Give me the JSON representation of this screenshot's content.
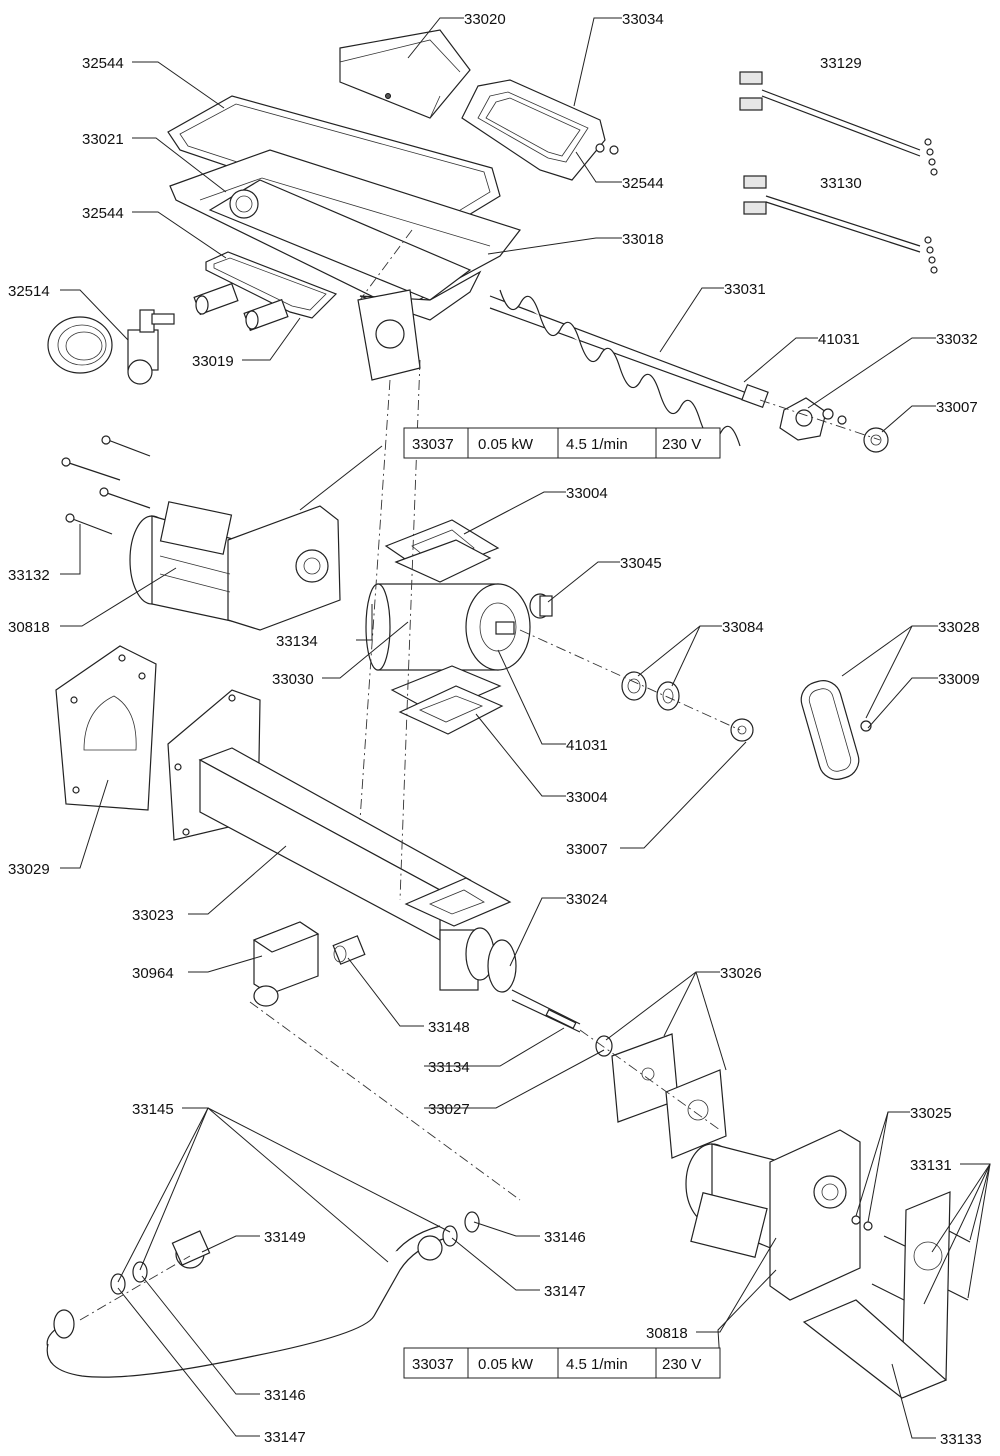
{
  "diagram": {
    "callouts": [
      {
        "id": "c-33020-top",
        "text": "33020"
      },
      {
        "id": "c-33034",
        "text": "33034"
      },
      {
        "id": "c-32544-a",
        "text": "32544"
      },
      {
        "id": "c-33129",
        "text": "33129"
      },
      {
        "id": "c-33021",
        "text": "33021"
      },
      {
        "id": "c-32544-b",
        "text": "32544"
      },
      {
        "id": "c-33130",
        "text": "33130"
      },
      {
        "id": "c-32544-c",
        "text": "32544"
      },
      {
        "id": "c-33018",
        "text": "33018"
      },
      {
        "id": "c-32514",
        "text": "32514"
      },
      {
        "id": "c-33031",
        "text": "33031"
      },
      {
        "id": "c-33019",
        "text": "33019"
      },
      {
        "id": "c-41031-a",
        "text": "41031"
      },
      {
        "id": "c-33032",
        "text": "33032"
      },
      {
        "id": "c-33007-a",
        "text": "33007"
      },
      {
        "id": "c-33004-a",
        "text": "33004"
      },
      {
        "id": "c-33045",
        "text": "33045"
      },
      {
        "id": "c-33132",
        "text": "33132"
      },
      {
        "id": "c-30818-a",
        "text": "30818"
      },
      {
        "id": "c-33084",
        "text": "33084"
      },
      {
        "id": "c-33028",
        "text": "33028"
      },
      {
        "id": "c-33134-a",
        "text": "33134"
      },
      {
        "id": "c-33009",
        "text": "33009"
      },
      {
        "id": "c-33030",
        "text": "33030"
      },
      {
        "id": "c-41031-b",
        "text": "41031"
      },
      {
        "id": "c-33004-b",
        "text": "33004"
      },
      {
        "id": "c-33007-b",
        "text": "33007"
      },
      {
        "id": "c-33029",
        "text": "33029"
      },
      {
        "id": "c-33023",
        "text": "33023"
      },
      {
        "id": "c-33024",
        "text": "33024"
      },
      {
        "id": "c-30964",
        "text": "30964"
      },
      {
        "id": "c-33026",
        "text": "33026"
      },
      {
        "id": "c-33148",
        "text": "33148"
      },
      {
        "id": "c-33134-b",
        "text": "33134"
      },
      {
        "id": "c-33027",
        "text": "33027"
      },
      {
        "id": "c-33145",
        "text": "33145"
      },
      {
        "id": "c-33025",
        "text": "33025"
      },
      {
        "id": "c-33131",
        "text": "33131"
      },
      {
        "id": "c-33146-a",
        "text": "33146"
      },
      {
        "id": "c-33149",
        "text": "33149"
      },
      {
        "id": "c-33147-a",
        "text": "33147"
      },
      {
        "id": "c-30818-b",
        "text": "30818"
      },
      {
        "id": "c-33146-b",
        "text": "33146"
      },
      {
        "id": "c-33147-b",
        "text": "33147"
      },
      {
        "id": "c-33133",
        "text": "33133"
      }
    ],
    "spec_tables": [
      {
        "cells": [
          "33037",
          "0.05 kW",
          "4.5 1/min",
          "230 V"
        ]
      },
      {
        "cells": [
          "33037",
          "0.05 kW",
          "4.5 1/min",
          "230 V"
        ]
      }
    ]
  }
}
